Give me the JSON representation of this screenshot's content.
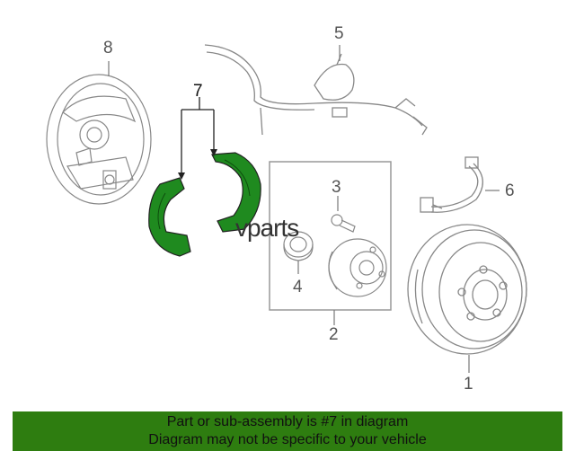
{
  "callouts": {
    "c1": "1",
    "c2": "2",
    "c3": "3",
    "c4": "4",
    "c5": "5",
    "c6": "6",
    "c7": "7",
    "c8": "8"
  },
  "watermark": "vparts",
  "banner": {
    "line1": "Part or sub-assembly is #7 in diagram",
    "line2": "Diagram may not be specific to your vehicle"
  },
  "colors": {
    "highlight": "#1f8a1f",
    "banner": "#2e7d10",
    "line": "#777777"
  }
}
